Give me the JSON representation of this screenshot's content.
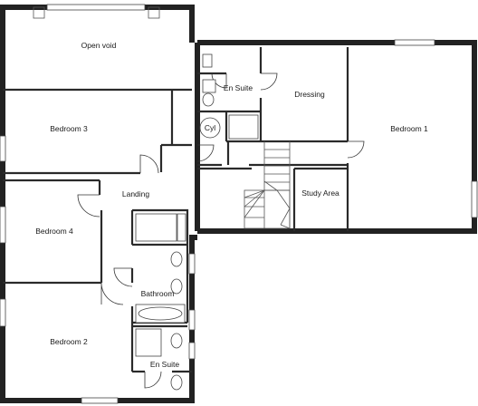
{
  "rooms": {
    "open_void": "Open void",
    "bedroom_3": "Bedroom 3",
    "landing": "Landing",
    "bedroom_4": "Bedroom 4",
    "bathroom": "Bathroom",
    "bedroom_2": "Bedroom 2",
    "en_suite_bottom": "En Suite",
    "en_suite_top": "En Suite",
    "dressing": "Dressing",
    "cylinder": "Cyl",
    "bedroom_1": "Bedroom 1",
    "study_area": "Study Area"
  },
  "colors": {
    "wall": "#222222",
    "background": "#ffffff"
  }
}
